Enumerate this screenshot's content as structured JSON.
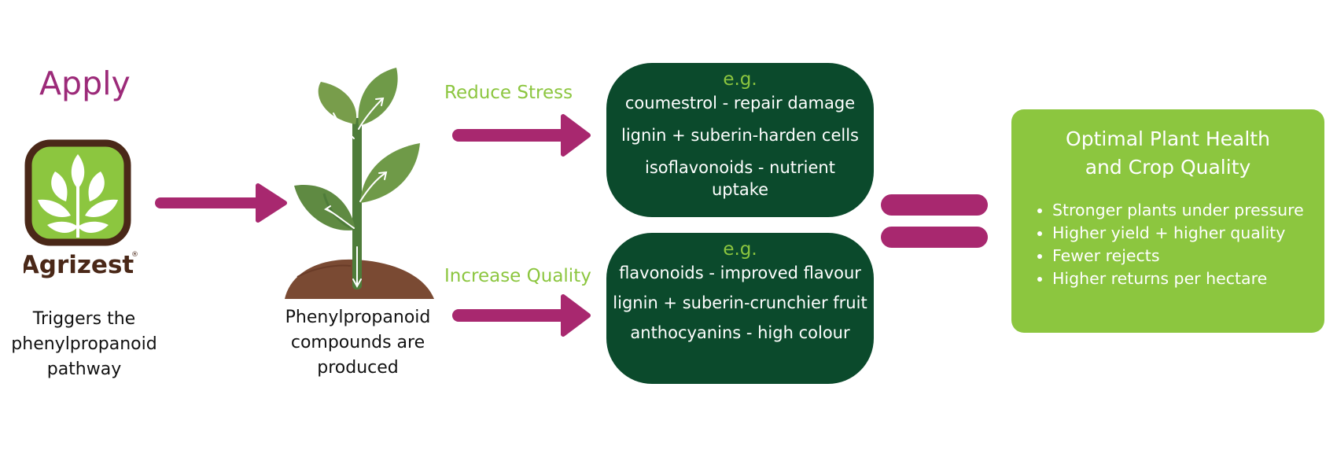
{
  "apply": {
    "title": "Apply",
    "caption": "Triggers the phenylpropanoid pathway"
  },
  "logo": {
    "brand": "Agrizest",
    "mark": "®"
  },
  "plant": {
    "caption": "Phenylpropanoid compounds are produced"
  },
  "reduce_stress": {
    "label": "Reduce Stress",
    "eg": "e.g.",
    "items": [
      "coumestrol - repair damage",
      "lignin + suberin-harden cells",
      "isoflavonoids - nutrient uptake"
    ]
  },
  "increase_quality": {
    "label": "Increase Quality",
    "eg": "e.g.",
    "items": [
      "flavonoids - improved flavour",
      "lignin + suberin-crunchier fruit",
      "anthocyanins - high colour"
    ]
  },
  "result": {
    "title_line1": "Optimal Plant Health",
    "title_line2": "and Crop Quality",
    "bullets": [
      "Stronger plants under pressure",
      "Higher yield + higher quality",
      "Fewer rejects",
      "Higher returns per hectare"
    ]
  },
  "colors": {
    "magenta": "#a8286f",
    "apply_text": "#9c2a79",
    "brand_green": "#8cc63f",
    "dark_green": "#0b4a2c",
    "soil": "#7a4a33",
    "logo_brown": "#4a2818"
  },
  "icons": [
    "agrizest-logo-icon",
    "plant-illustration-icon",
    "arrow-right-icon",
    "equals-icon"
  ]
}
